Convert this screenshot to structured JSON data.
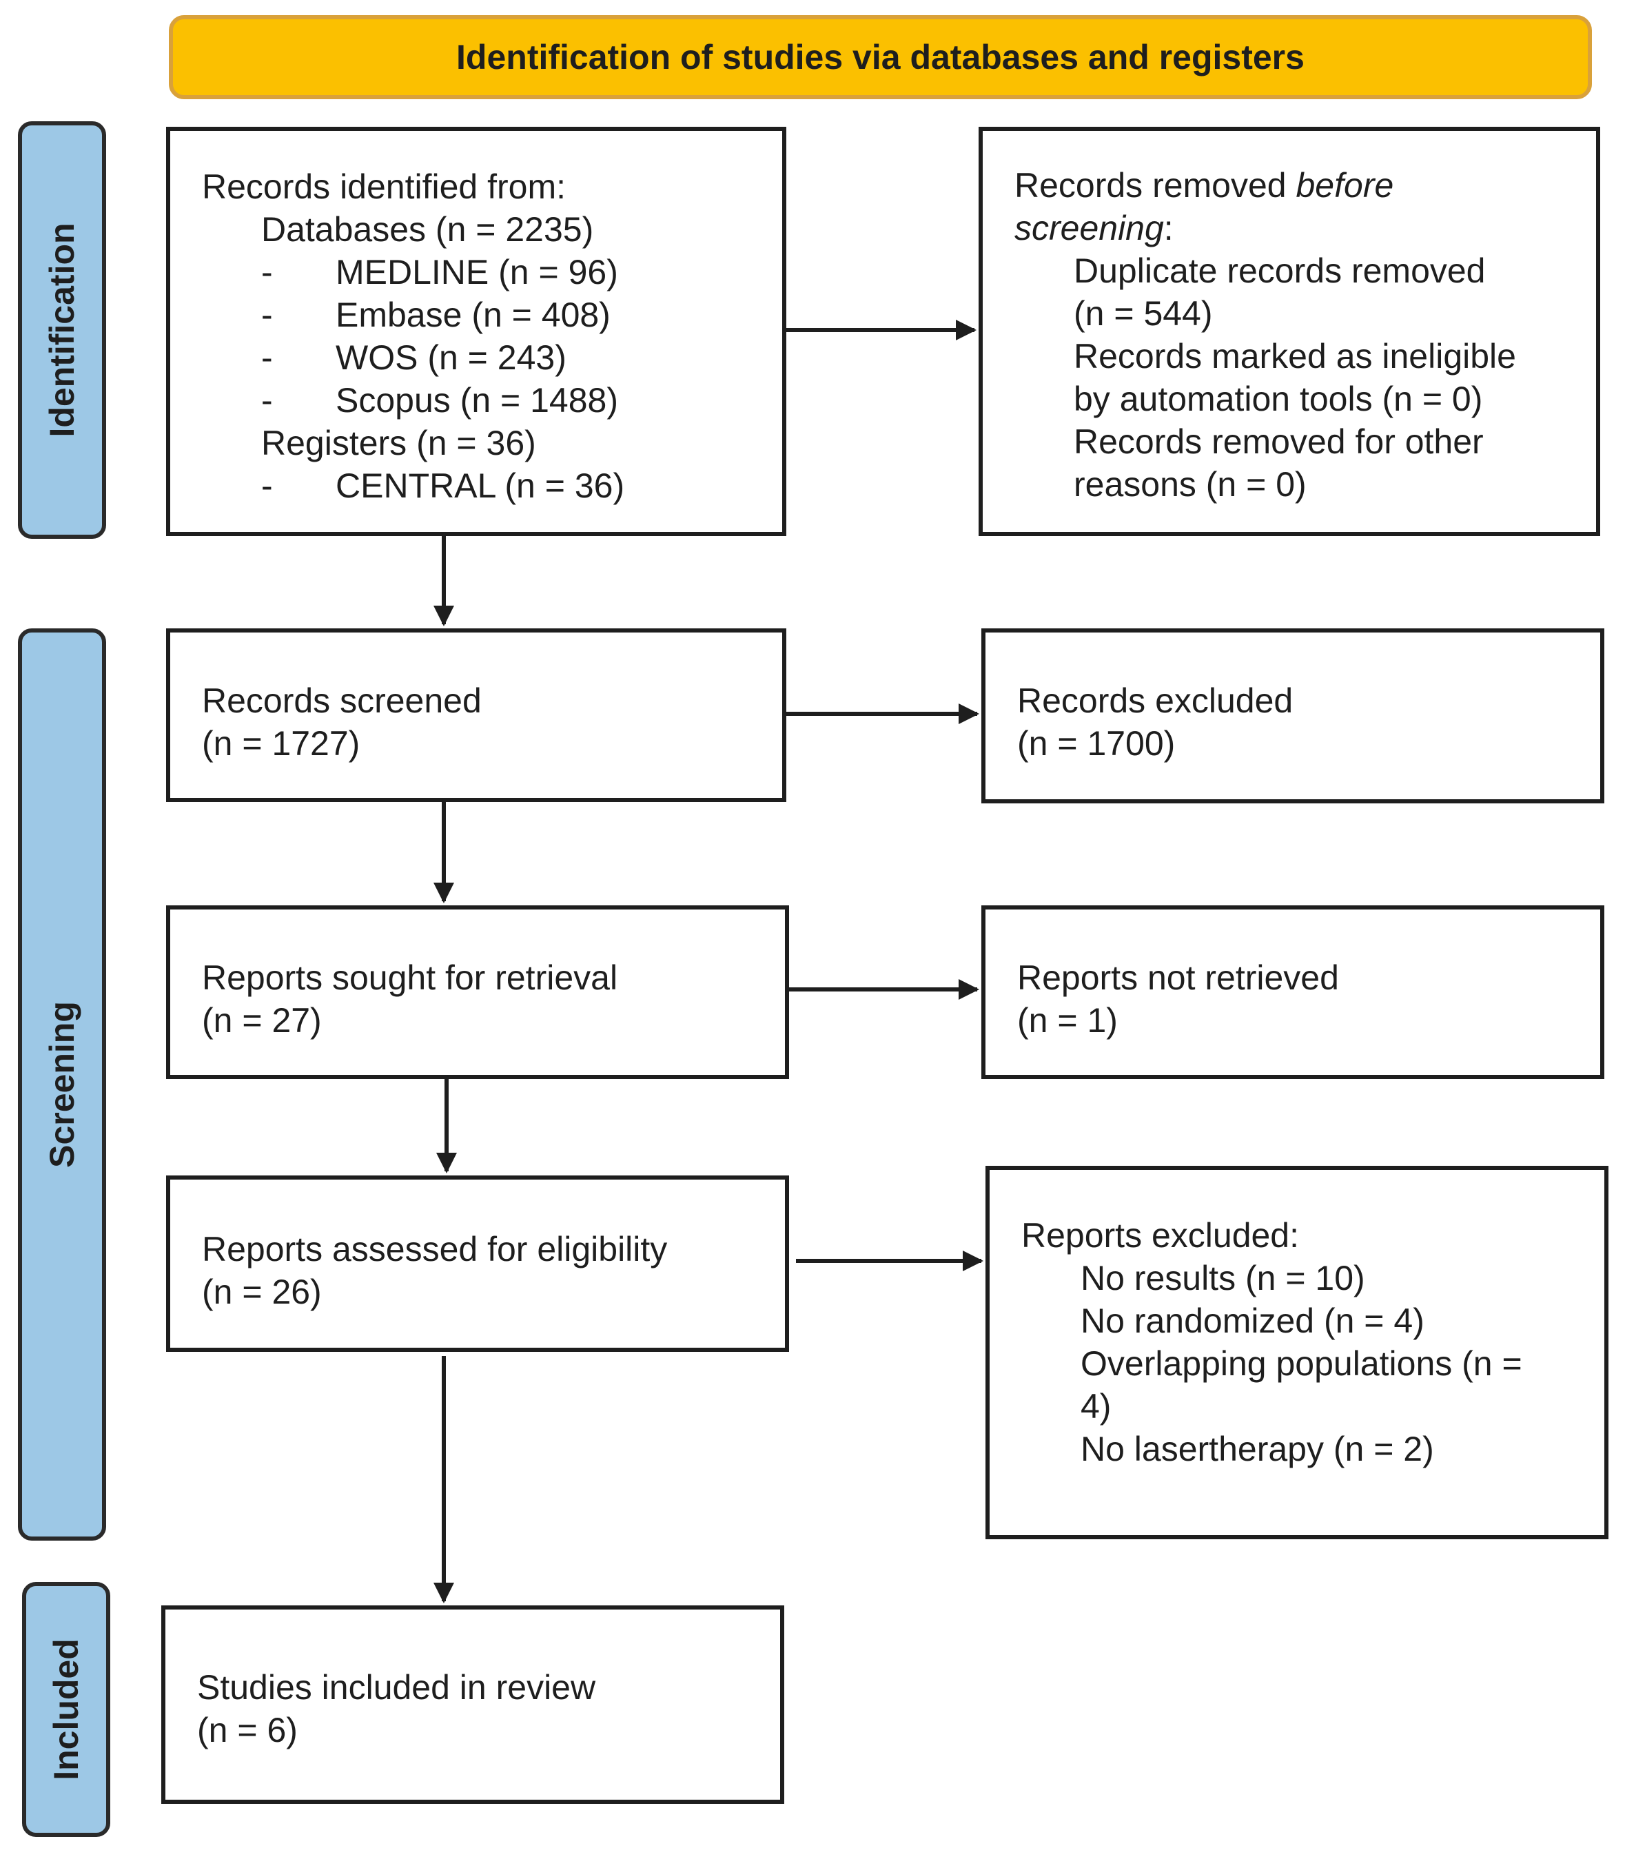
{
  "header": {
    "title": "Identification of studies via databases and registers"
  },
  "phases": {
    "identification": "Identification",
    "screening": "Screening",
    "included": "Included"
  },
  "identified": {
    "heading": "Records identified from:",
    "databases": "Databases (n = 2235)",
    "database_items": [
      {
        "dash": "-",
        "label": "MEDLINE (n = 96)"
      },
      {
        "dash": "-",
        "label": "Embase (n = 408)"
      },
      {
        "dash": "-",
        "label": "WOS (n = 243)"
      },
      {
        "dash": "-",
        "label": "Scopus (n = 1488)"
      }
    ],
    "registers": "Registers (n = 36)",
    "register_items": [
      {
        "dash": "-",
        "label": "CENTRAL (n = 36)"
      }
    ]
  },
  "removed": {
    "heading_pre": "Records removed ",
    "heading_em1": "before",
    "heading_em2": "screening",
    "heading_post": ":",
    "lines": [
      "Duplicate records removed",
      "(n = 544)",
      "Records marked as ineligible",
      "by automation tools (n = 0)",
      "Records removed for other",
      "reasons (n = 0)"
    ]
  },
  "screened": {
    "line1": "Records screened",
    "line2": "(n = 1727)"
  },
  "excluded": {
    "line1": "Records excluded",
    "line2": "(n = 1700)"
  },
  "sought": {
    "line1": "Reports sought for retrieval",
    "line2": "(n = 27)"
  },
  "not_retrieved": {
    "line1": "Reports not retrieved",
    "line2": "(n = 1)"
  },
  "assessed": {
    "line1": "Reports assessed for eligibility",
    "line2": "(n = 26)"
  },
  "reports_excluded": {
    "heading": "Reports excluded:",
    "lines": [
      "No results (n = 10)",
      "No randomized (n = 4)",
      "Overlapping populations (n =",
      "4)",
      "No lasertherapy (n = 2)"
    ]
  },
  "included": {
    "line1": "Studies included in review",
    "line2": "(n = 6)"
  },
  "colors": {
    "header_fill": "#fbc000",
    "header_border": "#d9a13a",
    "phase_fill": "#9dc8e6",
    "stroke": "#1e1e1e"
  }
}
